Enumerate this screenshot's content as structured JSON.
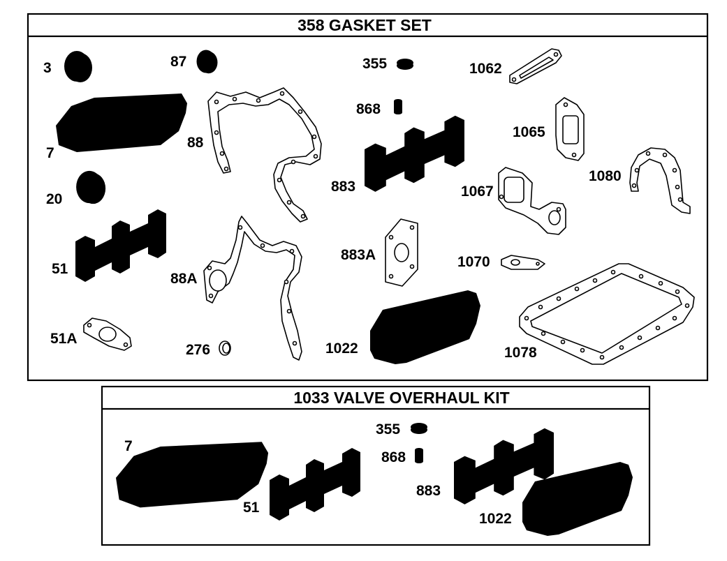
{
  "kits": [
    {
      "title": "358 GASKET SET",
      "parts": [
        {
          "label": "3"
        },
        {
          "label": "87"
        },
        {
          "label": "355"
        },
        {
          "label": "1062"
        },
        {
          "label": "868"
        },
        {
          "label": "7"
        },
        {
          "label": "88"
        },
        {
          "label": "1065"
        },
        {
          "label": "20"
        },
        {
          "label": "883"
        },
        {
          "label": "1067"
        },
        {
          "label": "1080"
        },
        {
          "label": "51"
        },
        {
          "label": "88A"
        },
        {
          "label": "883A"
        },
        {
          "label": "1070"
        },
        {
          "label": "51A"
        },
        {
          "label": "276"
        },
        {
          "label": "1022"
        },
        {
          "label": "1078"
        }
      ]
    },
    {
      "title": "1033 VALVE OVERHAUL KIT",
      "parts": [
        {
          "label": "7"
        },
        {
          "label": "355"
        },
        {
          "label": "868"
        },
        {
          "label": "883"
        },
        {
          "label": "51"
        },
        {
          "label": "1022"
        }
      ]
    }
  ]
}
